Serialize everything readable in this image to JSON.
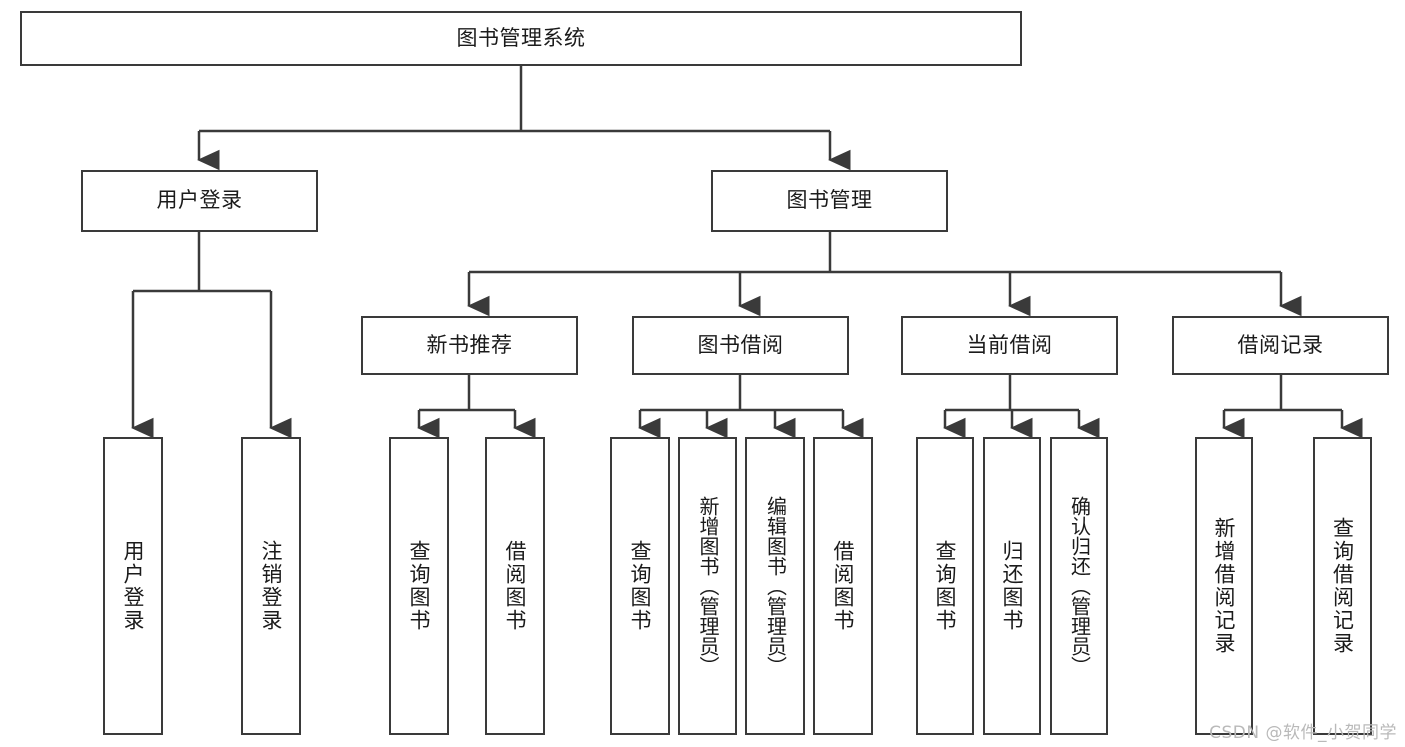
{
  "diagram": {
    "type": "tree-hierarchy",
    "title": "图书管理系统",
    "root": {
      "id": "root",
      "label": "图书管理系统",
      "level": 1
    },
    "level2": [
      {
        "id": "user-login",
        "label": "用户登录"
      },
      {
        "id": "book-management",
        "label": "图书管理"
      }
    ],
    "level3": [
      {
        "id": "new-book-recommend",
        "label": "新书推荐",
        "parent": "book-management"
      },
      {
        "id": "book-borrow",
        "label": "图书借阅",
        "parent": "book-management"
      },
      {
        "id": "current-borrow",
        "label": "当前借阅",
        "parent": "book-management"
      },
      {
        "id": "borrow-record",
        "label": "借阅记录",
        "parent": "book-management"
      }
    ],
    "leaves": {
      "user-login": [
        {
          "id": "leaf-user-login",
          "label": "用户登录"
        },
        {
          "id": "leaf-logout",
          "label": "注销登录"
        }
      ],
      "new-book-recommend": [
        {
          "id": "leaf-query-book-1",
          "label": "查询图书"
        },
        {
          "id": "leaf-borrow-book-1",
          "label": "借阅图书"
        }
      ],
      "book-borrow": [
        {
          "id": "leaf-query-book-2",
          "label": "查询图书"
        },
        {
          "id": "leaf-add-book",
          "label": "新增图书（管理员）"
        },
        {
          "id": "leaf-edit-book",
          "label": "编辑图书（管理员）"
        },
        {
          "id": "leaf-borrow-book-2",
          "label": "借阅图书"
        }
      ],
      "current-borrow": [
        {
          "id": "leaf-query-book-3",
          "label": "查询图书"
        },
        {
          "id": "leaf-return-book",
          "label": "归还图书"
        },
        {
          "id": "leaf-confirm-return",
          "label": "确认归还（管理员）"
        }
      ],
      "borrow-record": [
        {
          "id": "leaf-add-record",
          "label": "新增借阅记录"
        },
        {
          "id": "leaf-query-record",
          "label": "查询借阅记录"
        }
      ]
    },
    "colors": {
      "stroke": "#3a3a3a",
      "box_fill": "#ffffff",
      "text": "#1b1b1b",
      "watermark": "#b9b9b9"
    }
  },
  "watermark": {
    "text": "CSDN @软件_小贺同学"
  }
}
